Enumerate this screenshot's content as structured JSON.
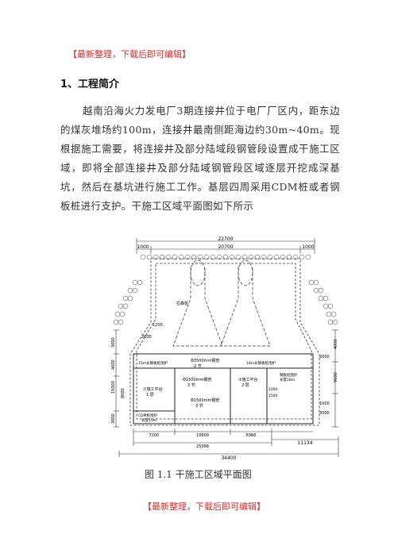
{
  "header_note": "【最新整理，下载后即可编辑】",
  "section": {
    "title": "1、工程简介",
    "paragraph": "越南沿海火力发电厂3期连接井位于电厂厂区内，距东边的煤灰堆场约100m，连接井最南侧距海边约30m~40m。现根据施工需要，将连接井及部分陆域段钢管段设置成干施工区域，即将全部连接井及部分陆域钢管段区域逐层开挖成深基坑，然后在基坑进行施工工作。基层四周采用CDM桩或者钢板桩进行支护。干施工区域平面图如下所示"
  },
  "drawing": {
    "dims_top": [
      "22700",
      "1000",
      "20700",
      "1000"
    ],
    "dims_left": [
      "3000",
      "4000",
      "15000",
      "8000",
      "3000"
    ],
    "dims_right": [
      "2000",
      "4000",
      "9600",
      "1000",
      "3000"
    ],
    "dims_bottom": [
      "7200",
      "10600",
      "6366",
      "11134",
      "25366",
      "34400"
    ],
    "dim_inner_left": [
      "1200",
      "2000"
    ],
    "labels": {
      "pile_label": "拉森桩",
      "steel_sheet": "15m长钢板桩围护",
      "steel_sheet2": "18m长钢板桩围护",
      "pipe1": "Φ3500mm钢管",
      "pipe1_sub": "2 节",
      "pipe2": "Φ1500mm钢管",
      "pipe2_sub": "3 节",
      "pipe3": "Φ1500mm钢管",
      "pipe3_sub": "3 节",
      "zone1": "①施工平台",
      "zone1_sub": "1 层",
      "zone3": "③施工平台",
      "zone3_sub": "2 层",
      "cdm": "CDM桩围护",
      "cdm_sub": "长度15m",
      "cdm_right": "钢板桩围护",
      "cdm_right_sub": "长度18m",
      "dim_mid": "1000",
      "dim_mid2": "1500"
    }
  },
  "caption": "图 1.1 干施工区域平面图",
  "footer_note": "【最新整理，下载后即可编辑】"
}
